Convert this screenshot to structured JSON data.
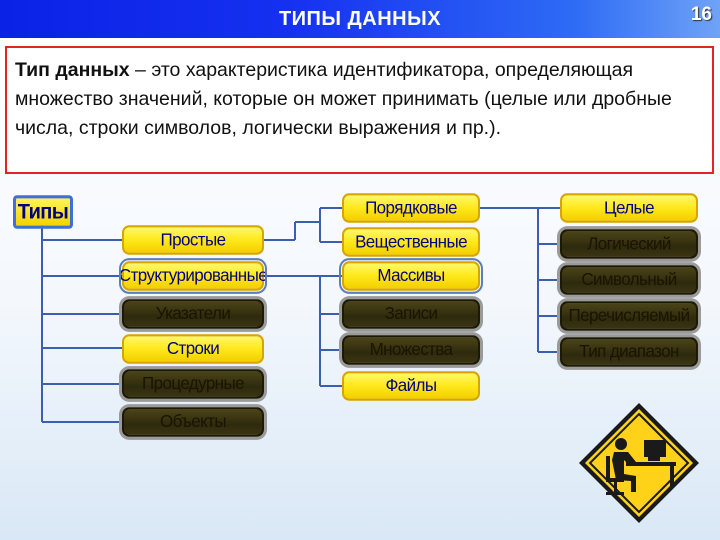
{
  "header": {
    "title": "ТИПЫ ДАННЫХ",
    "slide_number": "16"
  },
  "definition": {
    "term": "Тип данных",
    "text": " – это характеристика идентификатора, определяющая множество значений, которые он может принимать (целые или дробные числа, строки символов, логически выражения и пр.)."
  },
  "diagram": {
    "root": "Типы",
    "column1": [
      "Простые",
      "Структурированные",
      "Указатели",
      "Строки",
      "Процедурные",
      "Объекты"
    ],
    "column2": [
      "Порядковые",
      "Вещественные",
      "Массивы",
      "Записи",
      "Множества",
      "Файлы"
    ],
    "column3": [
      "Целые",
      "Логический",
      "Символьный",
      "Перечисляемый",
      "Тип диапазон"
    ]
  },
  "colors": {
    "yellow_node": "#ffe81a",
    "dark_node": "#2e2a0d",
    "header_blue": "#0a22e6",
    "border_red": "#e02525"
  },
  "icon": "worker-at-computer-sign-icon"
}
